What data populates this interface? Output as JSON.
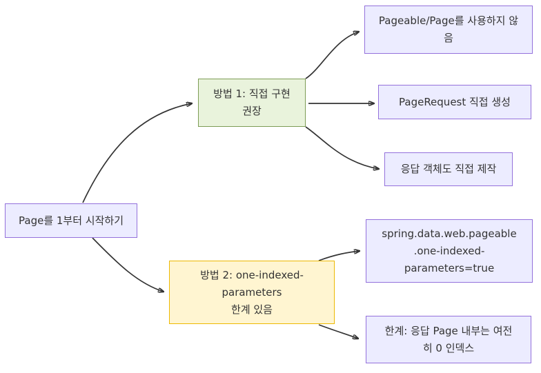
{
  "colors": {
    "background": "#ffffff",
    "node_default_fill": "#ECECFF",
    "node_default_stroke": "#9370DB",
    "method1_fill": "#E9F3DC",
    "method1_stroke": "#7D9C55",
    "method2_fill": "#FFF5D1",
    "method2_stroke": "#EDB800",
    "edge": "#333333",
    "text": "#333333"
  },
  "nodes": {
    "root": {
      "label": "Page를 1부터 시작하기"
    },
    "method1": {
      "label": "방법 1: 직접 구현\n권장"
    },
    "method2": {
      "label": "방법 2: one-indexed-\nparameters\n한계 있음"
    },
    "m1_out1": {
      "label": "Pageable/Page를 사용하지 않\n음"
    },
    "m1_out2": {
      "label": "PageRequest 직접 생성"
    },
    "m1_out3": {
      "label": "응답 객체도 직접 제작"
    },
    "m2_out1": {
      "label": "spring.data.web.pageable\n.one-indexed-\nparameters=true"
    },
    "m2_out2": {
      "label": "한계: 응답 Page 내부는 여전\n히 0 인덱스"
    }
  },
  "edges": [
    {
      "from": "root",
      "to": "method1"
    },
    {
      "from": "root",
      "to": "method2"
    },
    {
      "from": "method1",
      "to": "m1_out1"
    },
    {
      "from": "method1",
      "to": "m1_out2"
    },
    {
      "from": "method1",
      "to": "m1_out3"
    },
    {
      "from": "method2",
      "to": "m2_out1"
    },
    {
      "from": "method2",
      "to": "m2_out2"
    }
  ]
}
